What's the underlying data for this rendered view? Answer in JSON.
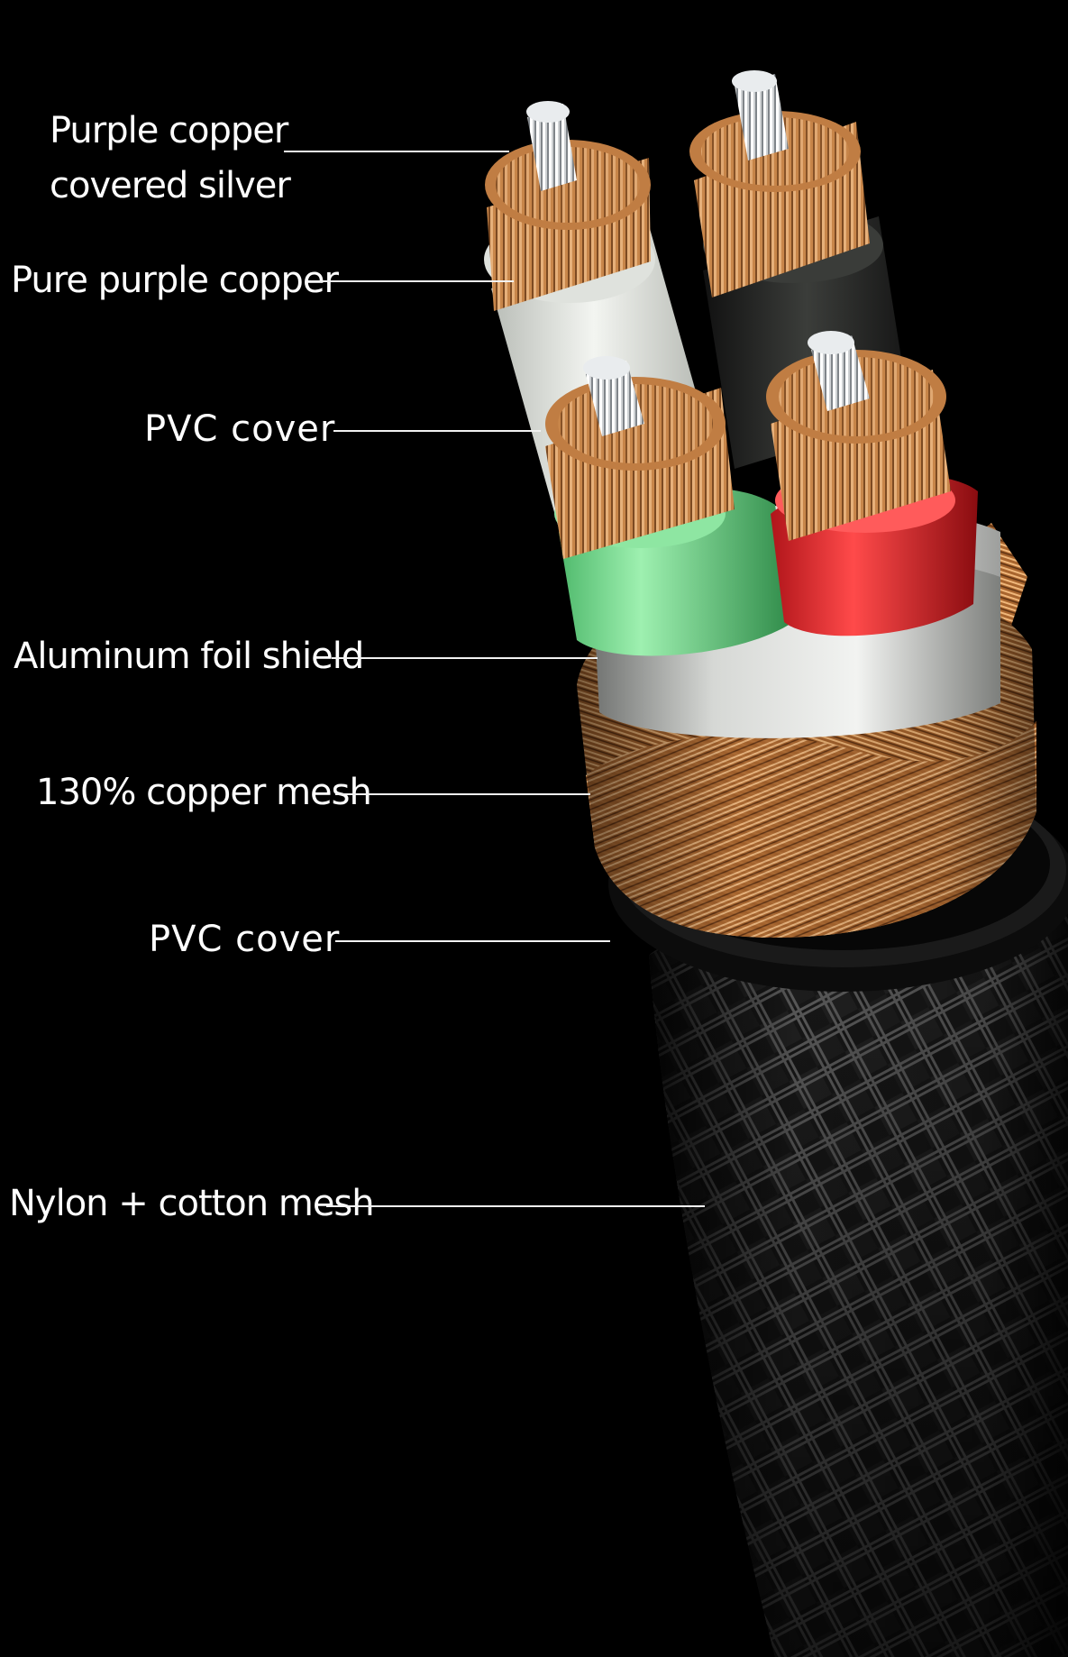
{
  "diagram": {
    "background_color": "#000000",
    "label_color": "#ffffff",
    "labels": [
      {
        "id": "conductor-core",
        "lines": [
          "Purple copper",
          "covered silver"
        ]
      },
      {
        "id": "conductor-strands",
        "lines": [
          "Pure purple copper"
        ]
      },
      {
        "id": "inner-insulation",
        "lines": [
          "PVC cover"
        ]
      },
      {
        "id": "foil-shield",
        "lines": [
          "Aluminum foil shield"
        ]
      },
      {
        "id": "copper-braid",
        "lines": [
          "130% copper mesh"
        ]
      },
      {
        "id": "outer-jacket",
        "lines": [
          "PVC cover"
        ]
      },
      {
        "id": "outer-braid",
        "lines": [
          "Nylon + cotton mesh"
        ]
      }
    ],
    "insulation_colors": {
      "white": "#e8ebe6",
      "black": "#2a2c2a",
      "green": "#6fd98a",
      "red": "#e8292d"
    },
    "copper_color": "#c8864a",
    "silver_color": "#d9d9d9"
  }
}
